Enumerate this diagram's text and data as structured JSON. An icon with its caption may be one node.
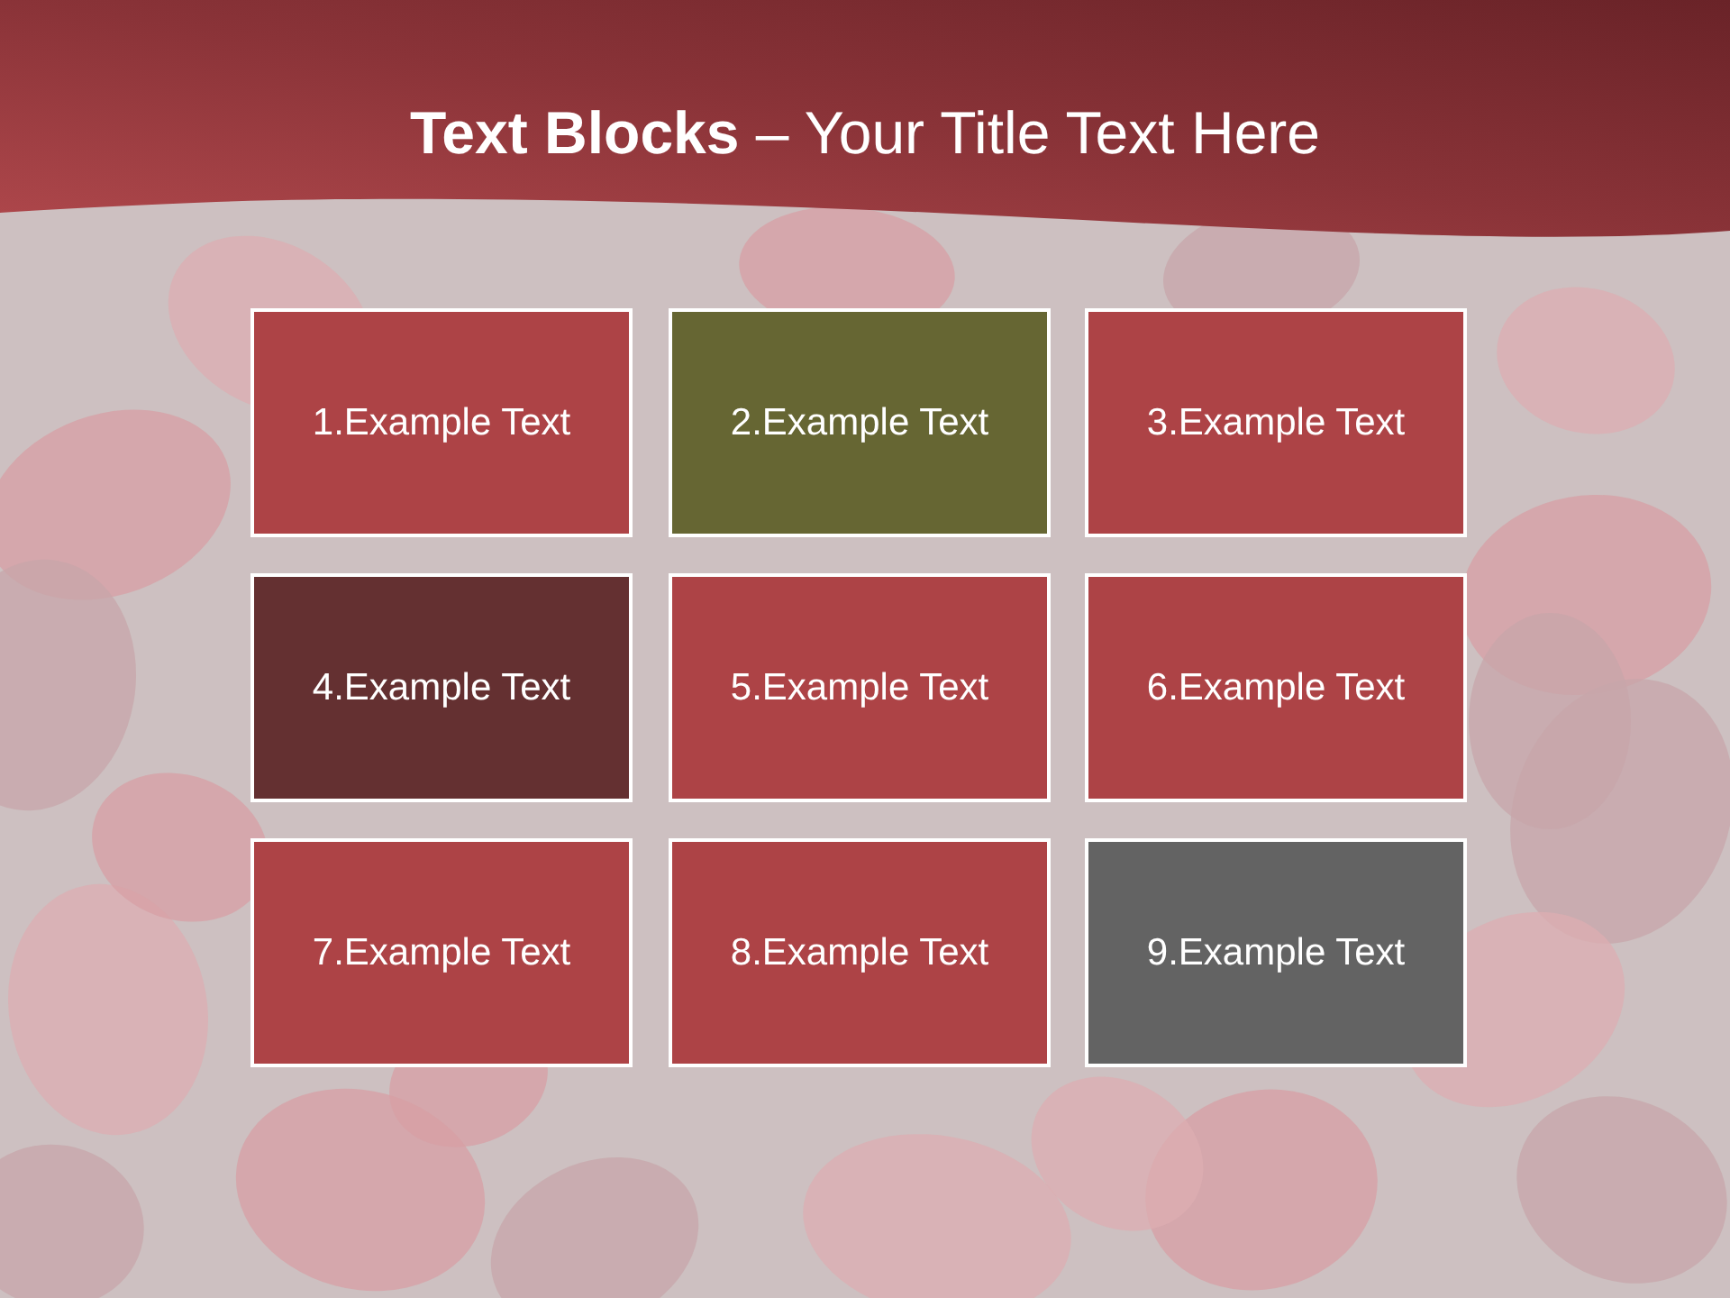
{
  "diagram": {
    "title": "**Text Blocks** – Your Title Text Here",
    "nodes": [
      {
        "text": [
          "1.Example Text"
        ]
      },
      {
        "text": [
          "2.Example Text"
        ]
      },
      {
        "text": [
          "3.Example Text"
        ]
      },
      {
        "text": [
          "4.Example Text"
        ]
      },
      {
        "text": [
          "5.Example Text"
        ]
      },
      {
        "text": [
          "6.Example Text"
        ]
      },
      {
        "text": [
          "7.Example Text"
        ]
      },
      {
        "text": [
          "8.Example Text"
        ]
      },
      {
        "text": [
          "9.Example Text"
        ]
      }
    ]
  }
}
